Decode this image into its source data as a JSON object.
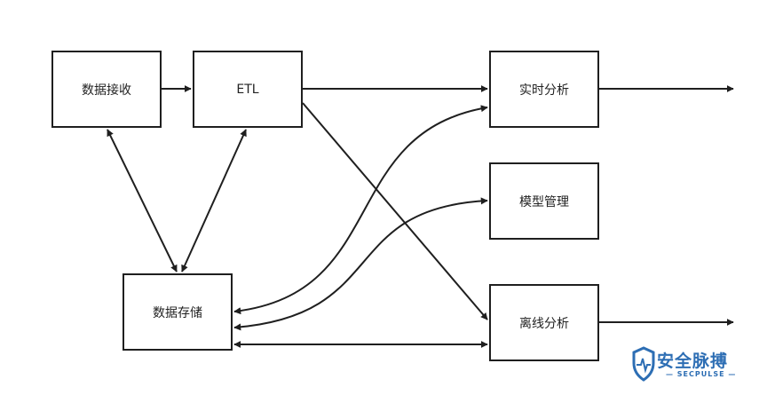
{
  "nodes": {
    "receive": "数据接收",
    "etl": "ETL",
    "storage": "数据存储",
    "realtime": "实时分析",
    "model": "模型管理",
    "offline": "离线分析"
  },
  "edges": [
    {
      "from": "数据接收",
      "to": "ETL",
      "arrow": "forward"
    },
    {
      "from": "ETL",
      "to": "实时分析",
      "arrow": "forward"
    },
    {
      "from": "ETL",
      "to": "离线分析",
      "arrow": "forward"
    },
    {
      "from": "数据接收",
      "to": "数据存储",
      "arrow": "both"
    },
    {
      "from": "ETL",
      "to": "数据存储",
      "arrow": "both"
    },
    {
      "from": "数据存储",
      "to": "实时分析",
      "arrow": "both"
    },
    {
      "from": "数据存储",
      "to": "模型管理",
      "arrow": "both"
    },
    {
      "from": "数据存储",
      "to": "离线分析",
      "arrow": "both"
    },
    {
      "from": "实时分析",
      "to": "output",
      "arrow": "forward"
    },
    {
      "from": "离线分析",
      "to": "output",
      "arrow": "forward"
    }
  ],
  "watermark": {
    "title": "安全脉搏",
    "subtitle": "— SECPULSE —",
    "color": "#2d6eb4",
    "icon": "shield-pulse-icon"
  },
  "colors": {
    "stroke": "#1f1f1f",
    "text": "#222222"
  }
}
